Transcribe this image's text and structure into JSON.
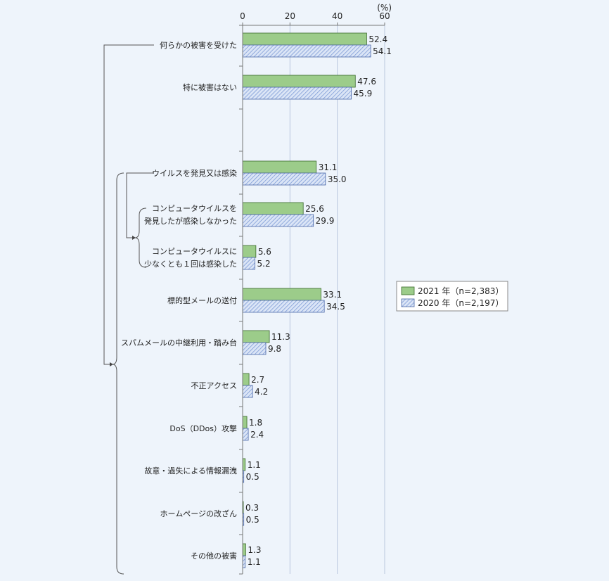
{
  "chart_data": {
    "type": "bar",
    "orientation": "horizontal",
    "unit_label": "(%)",
    "xlim": [
      0,
      60
    ],
    "xticks": [
      0,
      20,
      40,
      60
    ],
    "grid": true,
    "legend_position": "right",
    "colors": {
      "2021": "#9ccc8a",
      "2021_border": "#3a6a2a",
      "2020": "#c7d6f0",
      "2020_hatch": "#6b8fd1",
      "2020_border": "#4a67a8",
      "grid": "#b9c7dd",
      "axis": "#777777"
    },
    "categories": [
      {
        "lines": [
          "何らかの被害を受けた"
        ]
      },
      {
        "lines": [
          "特に被害はない"
        ]
      },
      {
        "lines": [
          "ウイルスを発見又は感染"
        ]
      },
      {
        "lines": [
          "コンピュータウイルスを",
          "発見したが感染しなかった"
        ]
      },
      {
        "lines": [
          "コンピュータウイルスに",
          "少なくとも１回は感染した"
        ]
      },
      {
        "lines": [
          "標的型メールの送付"
        ]
      },
      {
        "lines": [
          "スパムメールの中継利用・踏み台"
        ]
      },
      {
        "lines": [
          "不正アクセス"
        ]
      },
      {
        "lines": [
          "DoS（DDos）攻撃"
        ]
      },
      {
        "lines": [
          "故意・過失による情報漏洩"
        ]
      },
      {
        "lines": [
          "ホームページの改ざん"
        ]
      },
      {
        "lines": [
          "その他の被害"
        ]
      }
    ],
    "series": [
      {
        "key": "2021",
        "name": "2021 年（n=2,383）",
        "values": [
          52.4,
          47.6,
          31.1,
          25.6,
          5.6,
          33.1,
          11.3,
          2.7,
          1.8,
          1.1,
          0.3,
          1.3
        ]
      },
      {
        "key": "2020",
        "name": "2020 年（n=2,197）",
        "values": [
          54.1,
          45.9,
          35.0,
          29.9,
          5.2,
          34.5,
          9.8,
          4.2,
          2.4,
          0.5,
          0.5,
          1.1
        ]
      }
    ],
    "value_labels": {
      "2021": [
        "52.4",
        "47.6",
        "31.1",
        "25.6",
        "5.6",
        "33.1",
        "11.3",
        "2.7",
        "1.8",
        "1.1",
        "0.3",
        "1.3"
      ],
      "2020": [
        "54.1",
        "45.9",
        "35.0",
        "29.9",
        "5.2",
        "34.5",
        "9.8",
        "4.2",
        "2.4",
        "0.5",
        "0.5",
        "1.1"
      ]
    }
  }
}
